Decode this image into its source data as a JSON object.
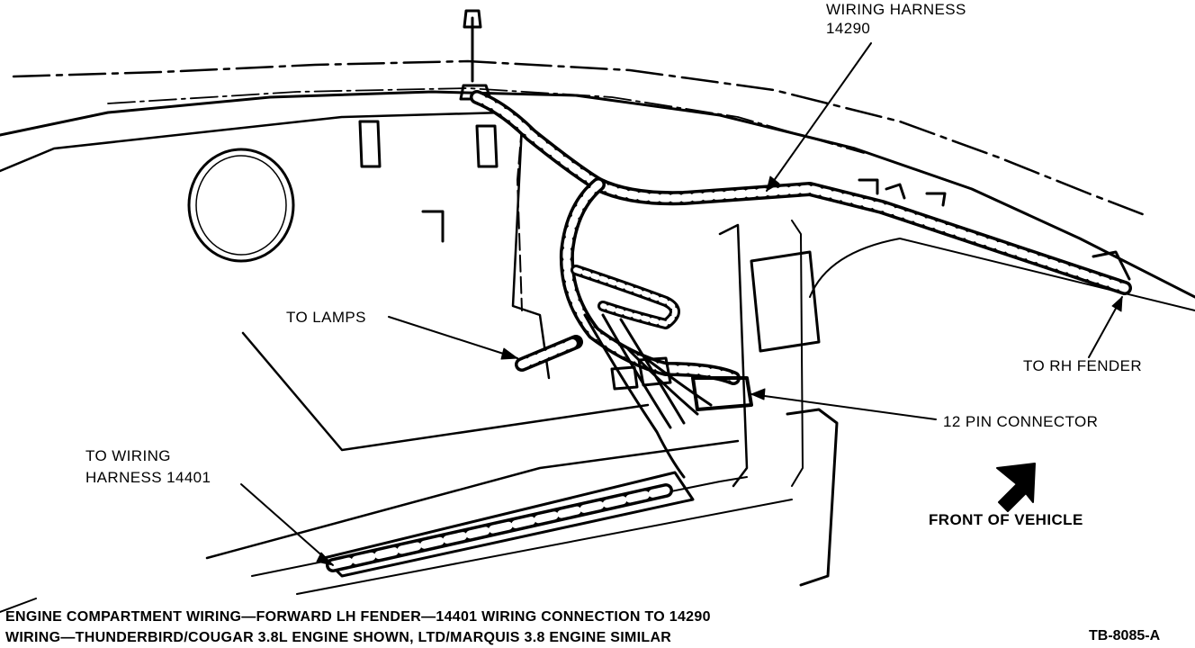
{
  "labels": {
    "wiring_harness_line1": "WIRING HARNESS",
    "wiring_harness_line2": "14290",
    "to_lamps": "TO LAMPS",
    "to_rh_fender": "TO RH FENDER",
    "pin_connector": "12 PIN CONNECTOR",
    "to_wiring_line1": "TO WIRING",
    "to_wiring_line2": "HARNESS 14401",
    "front_of_vehicle": "FRONT OF VEHICLE"
  },
  "caption": {
    "line1": "ENGINE COMPARTMENT WIRING—FORWARD LH FENDER—14401 WIRING CONNECTION TO 14290",
    "line2": "WIRING—THUNDERBIRD/COUGAR 3.8L ENGINE SHOWN, LTD/MARQUIS 3.8 ENGINE SIMILAR"
  },
  "figure_id": "TB-8085-A",
  "colors": {
    "ink": "#000000",
    "paper": "#ffffff"
  }
}
